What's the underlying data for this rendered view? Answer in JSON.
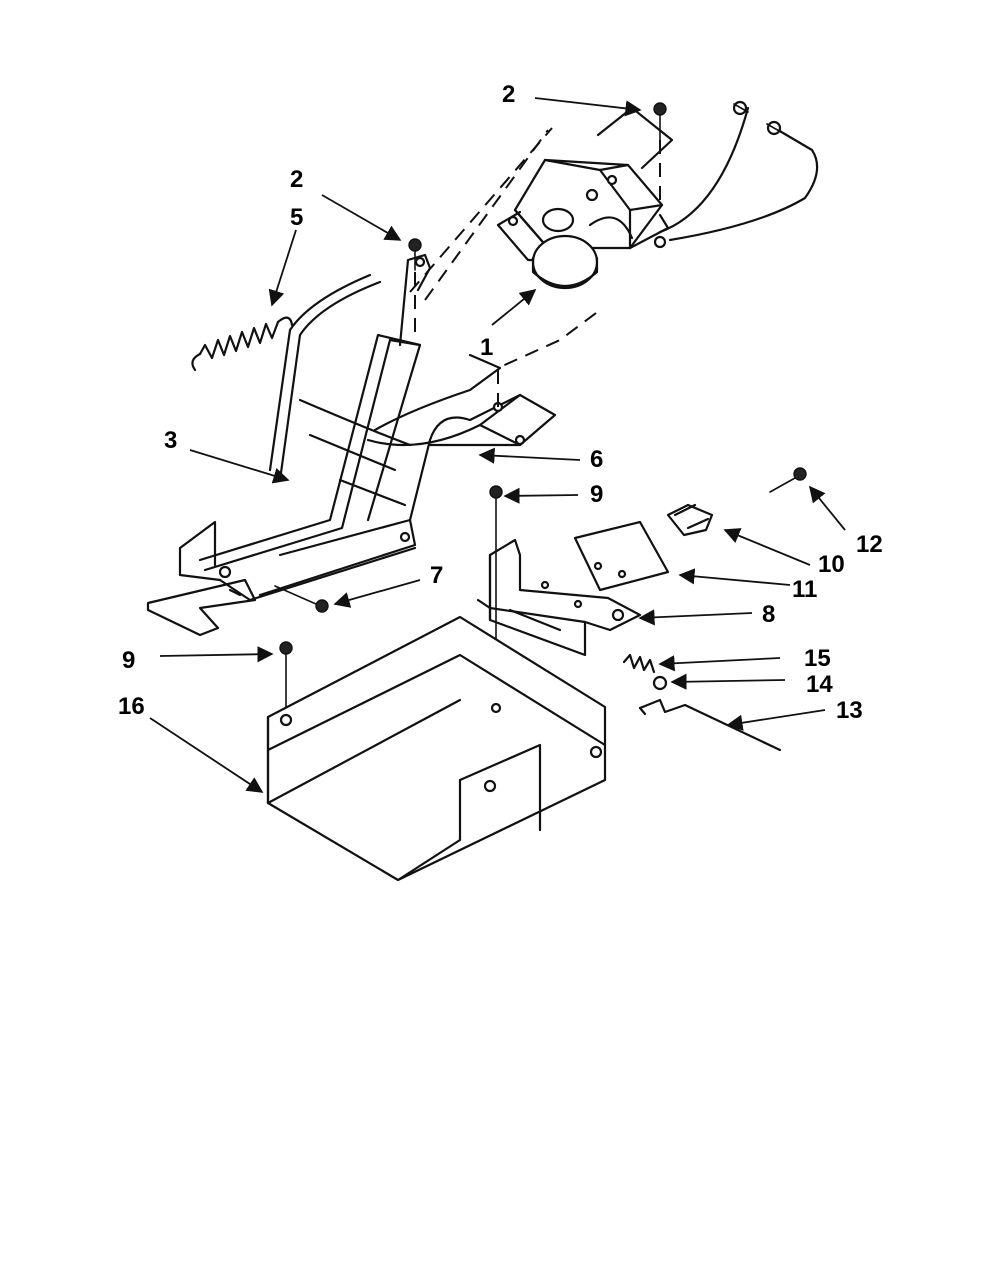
{
  "callouts": [
    {
      "id": "c1",
      "label": "1"
    },
    {
      "id": "c2a",
      "label": "2"
    },
    {
      "id": "c2b",
      "label": "2"
    },
    {
      "id": "c3",
      "label": "3"
    },
    {
      "id": "c5",
      "label": "5"
    },
    {
      "id": "c6",
      "label": "6"
    },
    {
      "id": "c7",
      "label": "7"
    },
    {
      "id": "c8",
      "label": "8"
    },
    {
      "id": "c9a",
      "label": "9"
    },
    {
      "id": "c9b",
      "label": "9"
    },
    {
      "id": "c10",
      "label": "10"
    },
    {
      "id": "c11",
      "label": "11"
    },
    {
      "id": "c12",
      "label": "12"
    },
    {
      "id": "c13",
      "label": "13"
    },
    {
      "id": "c14",
      "label": "14"
    },
    {
      "id": "c15",
      "label": "15"
    },
    {
      "id": "c16",
      "label": "16"
    }
  ]
}
